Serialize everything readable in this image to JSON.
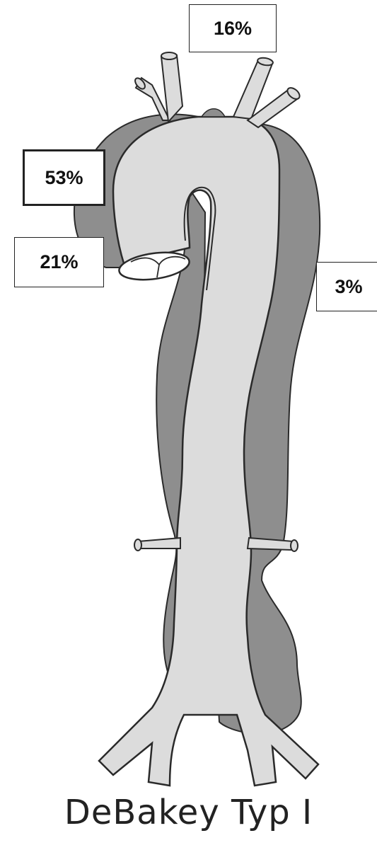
{
  "labels": {
    "supra_aortic": "16%",
    "ascending": "53%",
    "root": "21%",
    "descending": "3%"
  },
  "caption": "DeBakey Typ I",
  "colors": {
    "lumen": "#dcdcdc",
    "false_lumen": "#8e8e8e",
    "outline": "#2a2a2a",
    "background": "#ffffff"
  }
}
